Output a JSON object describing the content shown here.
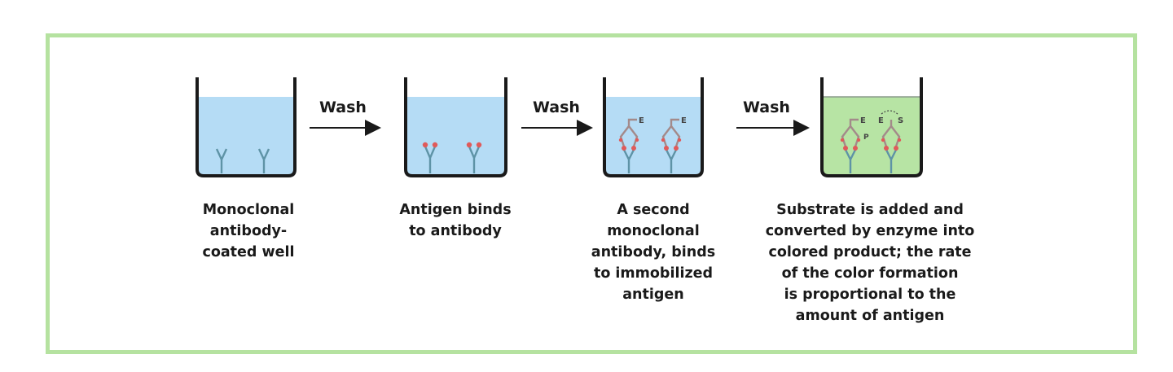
{
  "colors": {
    "border": "#b5e2a0",
    "liquid_blue": "#b5dcf5",
    "liquid_green": "#b7e4a4",
    "antibody": "#5e93a6",
    "second_antibody": "#a38a8a",
    "antigen": "#e05a5a",
    "outline": "#1a1a1a"
  },
  "arrows": [
    {
      "label": "Wash",
      "icon": "right-arrow-icon"
    },
    {
      "label": "Wash",
      "icon": "right-arrow-icon"
    },
    {
      "label": "Wash",
      "icon": "right-arrow-icon"
    }
  ],
  "steps": [
    {
      "caption": "Monoclonal\nantibody-\ncoated well"
    },
    {
      "caption": "Antigen binds\nto antibody"
    },
    {
      "caption": "A second\nmonoclonal\nantibody, binds\nto immobilized\nantigen"
    },
    {
      "caption": "Substrate is added and\nconverted by enzyme into\ncolored product; the rate\nof the color formation\nis proportional to the\namount of antigen"
    }
  ]
}
